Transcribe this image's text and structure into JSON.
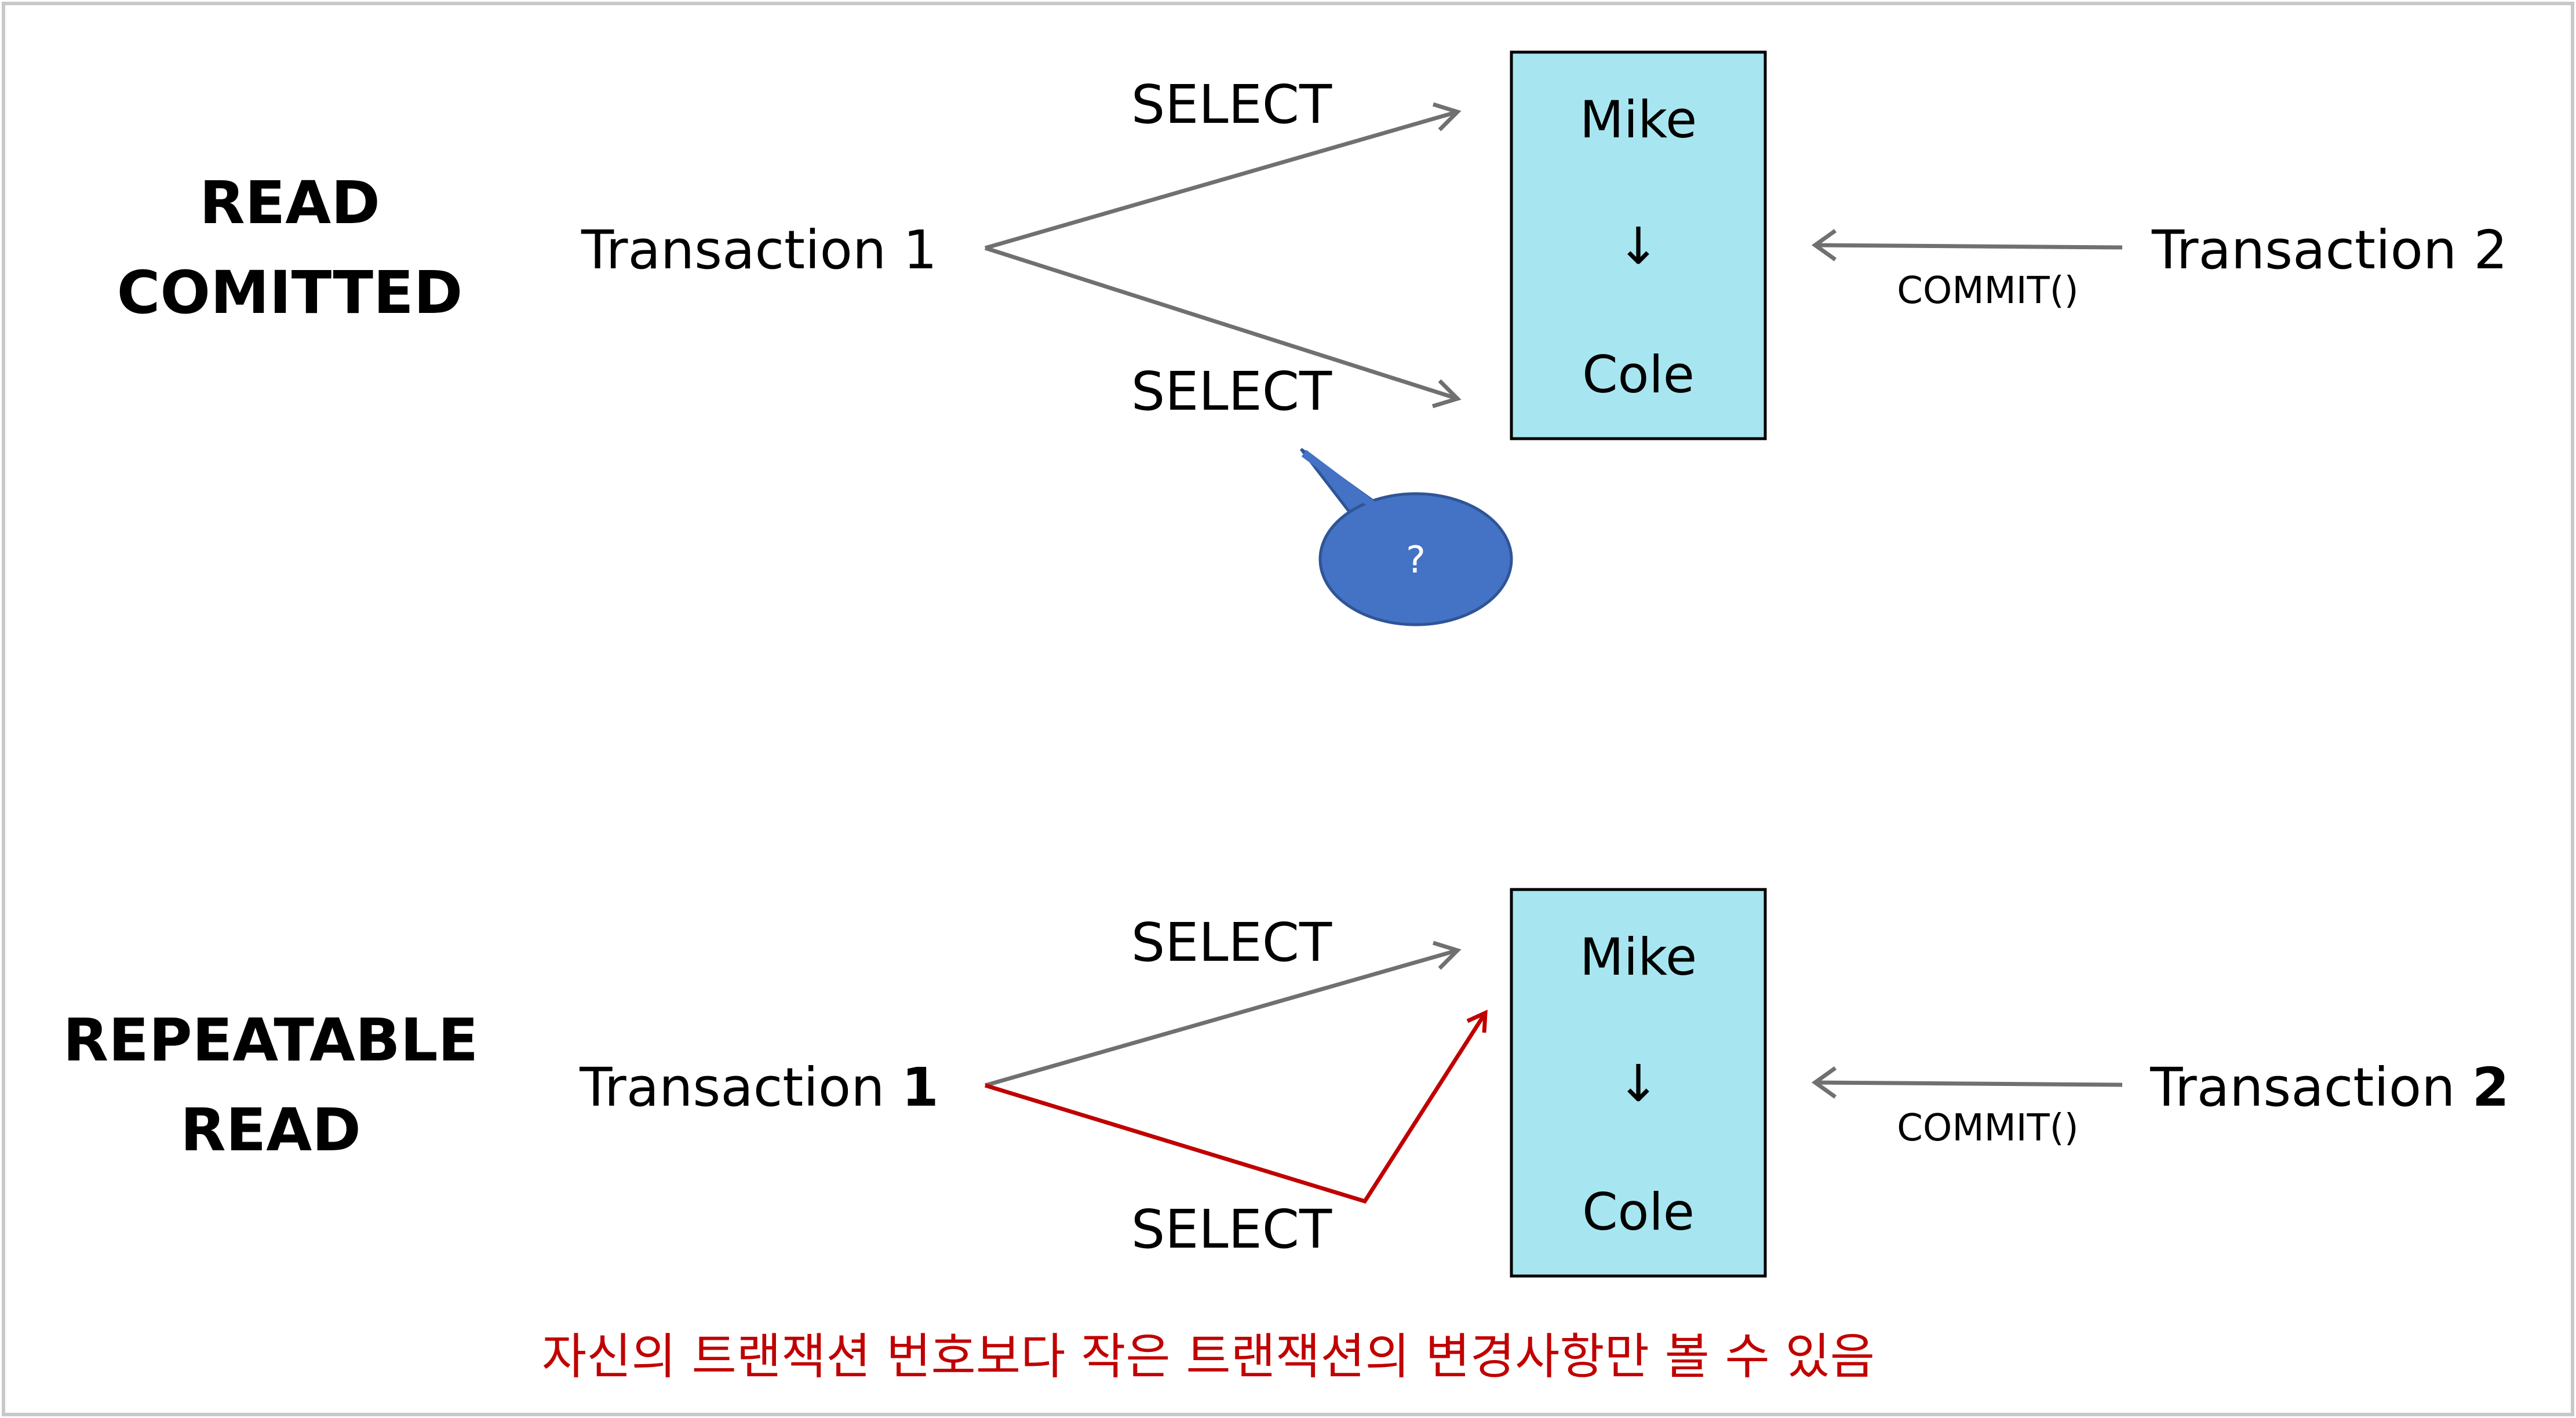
{
  "top": {
    "level_line1": "READ",
    "level_line2": "COMITTED",
    "txn1_label": "Transaction 1",
    "select_upper": "SELECT",
    "select_lower": "SELECT",
    "value_old": "Mike",
    "arrow_glyph": "↓",
    "value_new": "Cole",
    "commit_label": "COMMIT()",
    "txn2_label": "Transaction 2",
    "bubble_text": "?"
  },
  "bottom": {
    "level_line1": "REPEATABLE",
    "level_line2": "READ",
    "txn1_prefix": "Transaction ",
    "txn1_number": "1",
    "select_upper": "SELECT",
    "select_lower": "SELECT",
    "value_old": "Mike",
    "arrow_glyph": "↓",
    "value_new": "Cole",
    "commit_label": "COMMIT()",
    "txn2_prefix": "Transaction ",
    "txn2_number": "2"
  },
  "footer_note": "자신의 트랜잭션 번호보다 작은 트랜잭션의 변경사항만 볼 수 있음",
  "colors": {
    "box_fill": "#A7E6F0",
    "arrow_gray": "#707070",
    "highlight_red": "#C00000",
    "bubble_fill": "#4472C4",
    "border": "#C8C8C8"
  }
}
